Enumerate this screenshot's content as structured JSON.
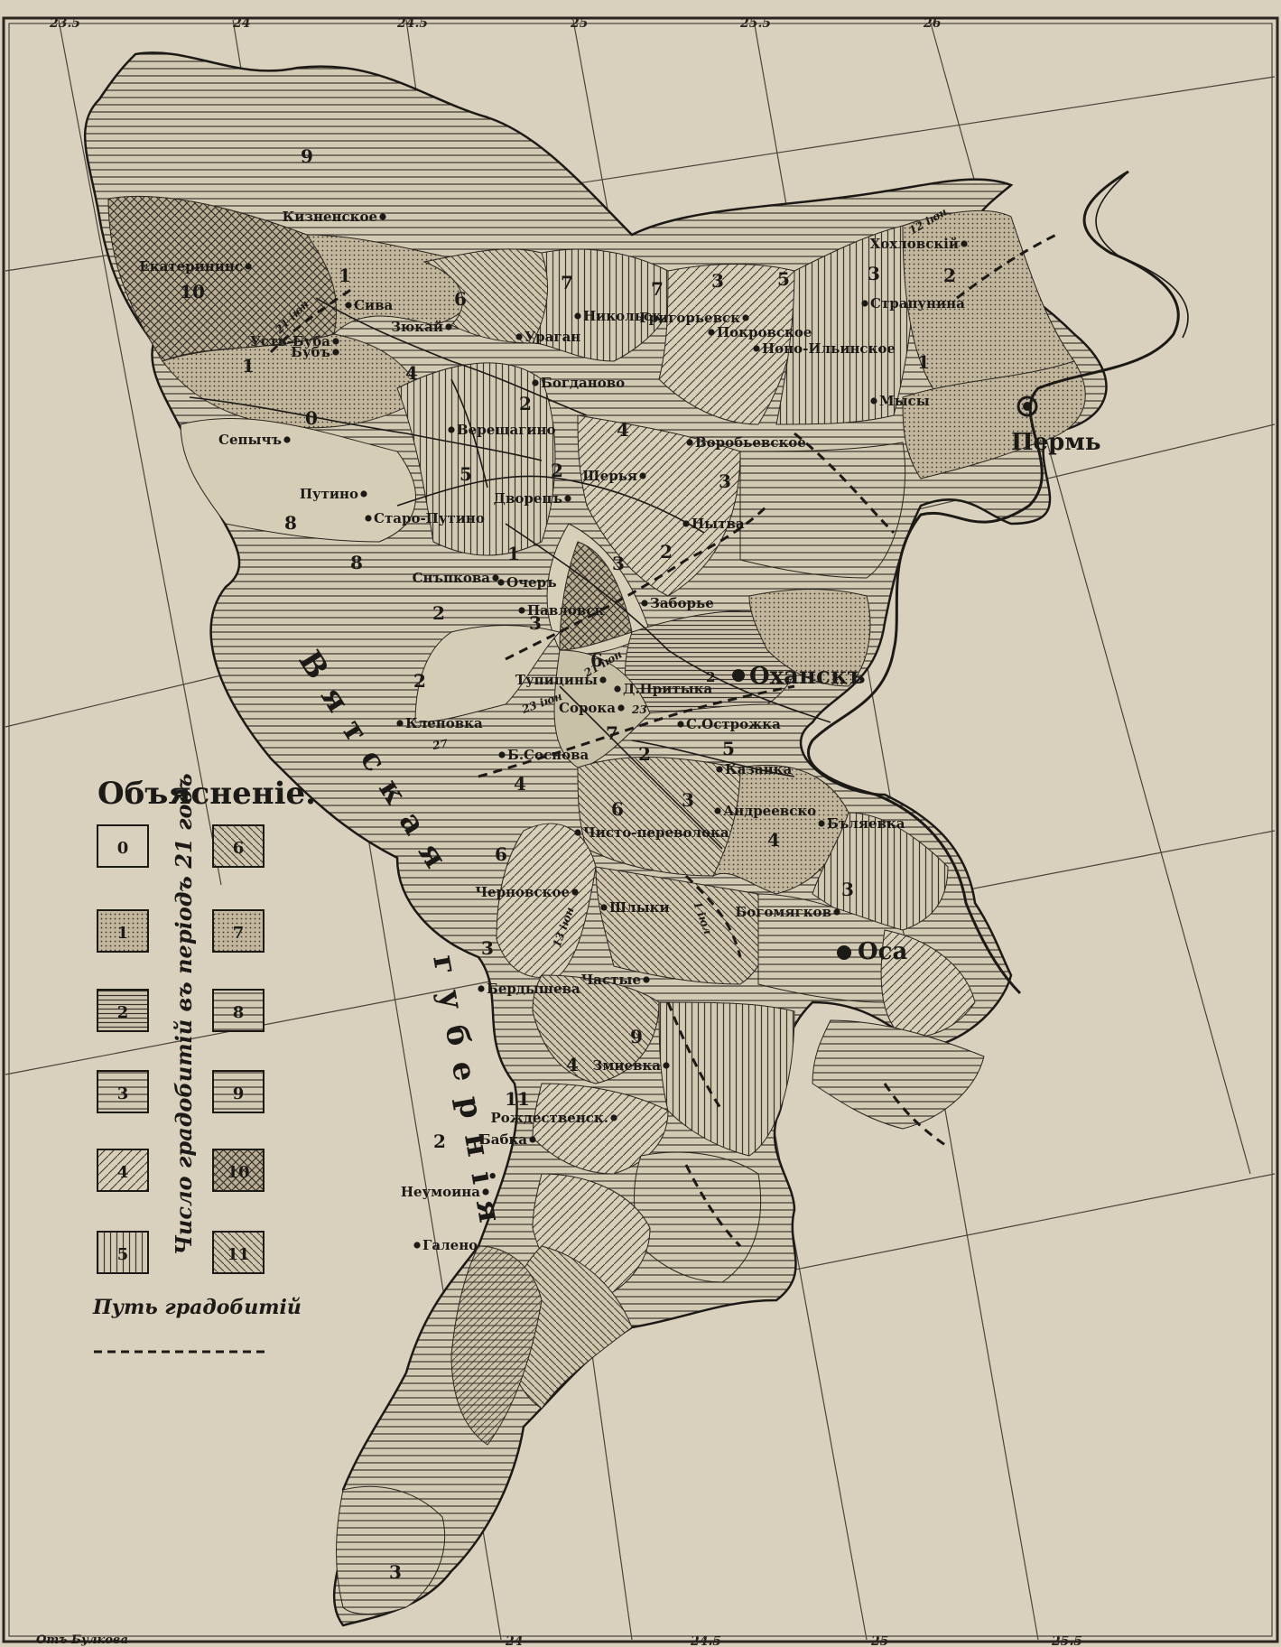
{
  "palette": {
    "paper": "#d9d1bd",
    "ink": "#1c1a17",
    "tint": "#bdb39c",
    "dark": "#8a8170"
  },
  "frame": {
    "top_degrees": [
      "23.5",
      "24",
      "24.5",
      "25",
      "25.5",
      "26"
    ],
    "bottom_degrees": [
      "24",
      "24.5",
      "25",
      "25.5"
    ],
    "engraver": "Отъ Булкова"
  },
  "cities": {
    "perm": "Пермь",
    "okhansk": "Оханскъ",
    "osa": "Оса"
  },
  "okhansk_prefix": "2",
  "neighbor_governorate": {
    "line1": "Вятская",
    "line2": "губернія"
  },
  "towns": [
    "Кизненское",
    "Екатерининс",
    "Сива",
    "Зюкай",
    "Усть-Буба",
    "Бубъ",
    "Сепычъ",
    "Путино",
    "Старо-Путино",
    "Никольск",
    "Ураган",
    "Богданово",
    "Григорьевск",
    "Покровское",
    "Воробьевское",
    "Щерья",
    "Дворецъ",
    "Нытва",
    "Снъпкова",
    "Очеръ",
    "Павловск",
    "Заборье",
    "Тупицины",
    "Д.Притыка",
    "Сорока",
    "Кленовка",
    "С.Острожка",
    "Б.Соснова",
    "Казанка",
    "Андреевско",
    "Бъляевка",
    "Чисто-переволока",
    "Черновское",
    "Шлыки",
    "Богомягков",
    "Частые",
    "Бердышева",
    "Змиевка",
    "Рождественск.",
    "Бабка",
    "Неумоина",
    "Галено",
    "Хохловскій",
    "Страпунина",
    "Мысы",
    "Нопо-Ильинское",
    "Верещагино"
  ],
  "legend": {
    "title": "Объясненіе.",
    "caption": "Число градобитій въ періодъ 21 годъ",
    "boxes_left": [
      "0",
      "1",
      "2",
      "3",
      "4",
      "5"
    ],
    "boxes_right": [
      "6",
      "7",
      "8",
      "9",
      "10",
      "11"
    ],
    "path_label": "Путь градобитій"
  },
  "region_numbers": [
    "9",
    "1",
    "10",
    "1",
    "0",
    "4",
    "6",
    "7",
    "7",
    "3",
    "5",
    "3",
    "2",
    "1",
    "2",
    "4",
    "2",
    "5",
    "3",
    "8",
    "8",
    "2",
    "1",
    "3",
    "3",
    "2",
    "6",
    "7",
    "2",
    "5",
    "3",
    "4",
    "4",
    "3",
    "6",
    "6",
    "3",
    "9",
    "4",
    "11",
    "2",
    "3",
    "2"
  ],
  "storm_labels": [
    "23 іюн",
    "23",
    "1 іюл",
    "21 іюн",
    "13 іюн",
    "12 іюн",
    "21 іюн",
    "27"
  ]
}
